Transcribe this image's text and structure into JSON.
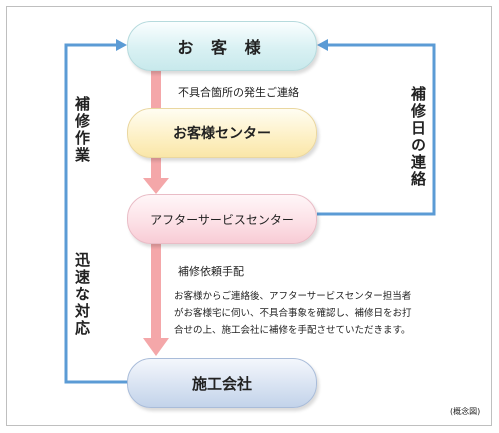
{
  "nodes": {
    "customer": "お 客 様",
    "customer_center": "お客様センター",
    "after_service_center": "アフターサービスセンター",
    "contractor": "施工会社"
  },
  "labels": {
    "defect_report": "不具合箇所の発生ご連絡",
    "repair_date_contact": "補修日の連絡",
    "repair_work": "補修作業",
    "quick_response": "迅速な対応",
    "repair_request": "補修依頼手配",
    "description": "お客様からご連絡後、アフターサービスセンター担当者がお客様宅に伺い、不具合事象を確認し、補修日をお打合せの上、施工会社に補修を手配させていただきます。"
  },
  "note": "(概念図)",
  "colors": {
    "blue_arrow": "#5b9bd5",
    "pink_arrow": "#f4a7a9"
  }
}
